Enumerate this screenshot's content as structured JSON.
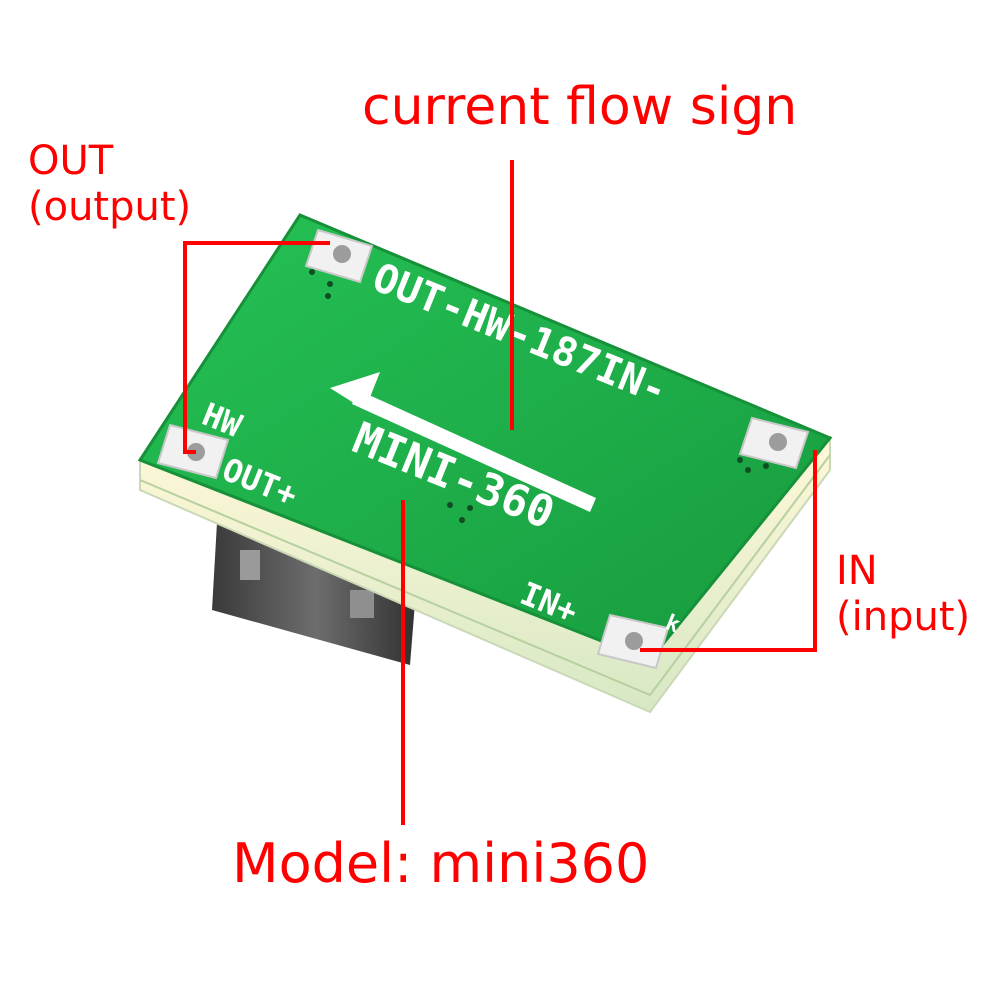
{
  "callouts": {
    "current_flow": "current flow sign",
    "out_title": "OUT",
    "out_sub": "(output)",
    "in_title": "IN",
    "in_sub": "(input)",
    "model": "Model: mini360"
  },
  "board": {
    "top_silk": "OUT-HW-187IN-",
    "model_silk": "MINI-360",
    "hw_silk": "HW",
    "out_plus_silk": "OUT+",
    "in_plus_silk": "IN+",
    "k_silk": "k"
  },
  "colors": {
    "callout_red": "#ff0000",
    "pcb_green": "#1fb34a",
    "silk_white": "#ffffff"
  }
}
